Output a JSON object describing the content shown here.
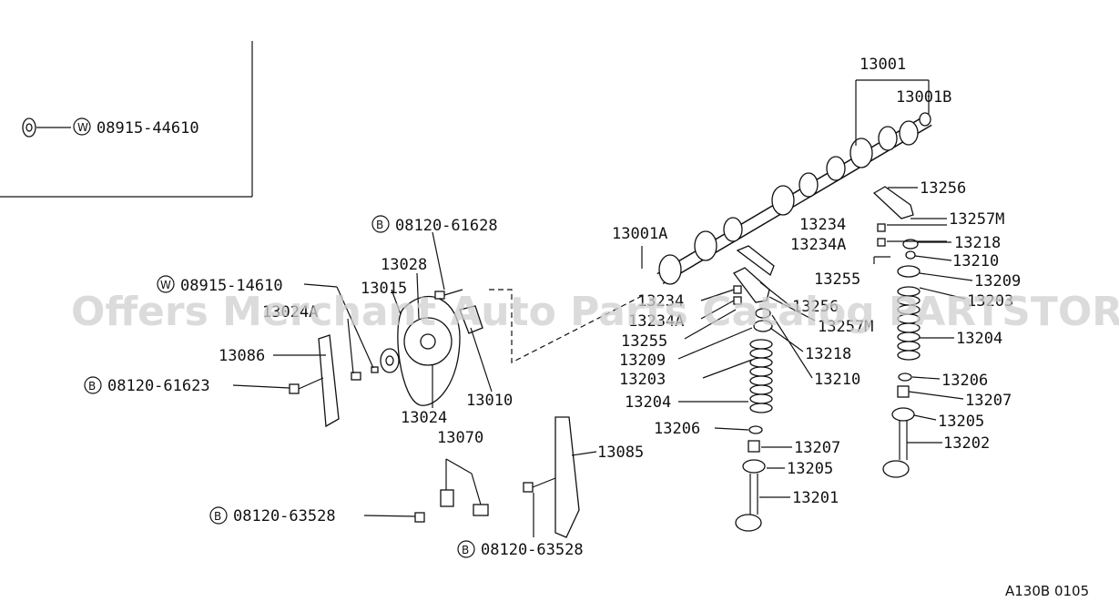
{
  "watermark": "Offers Merchant Auto Parts Catalog PARTSTORE.SA",
  "figure_code": "A130B 0105",
  "inset_label": "08915-44610",
  "labels": {
    "p13001": "13001",
    "p13001B": "13001B",
    "p13256": "13256",
    "p13257M_r": "13257M",
    "p13234_r": "13234",
    "p13234A_r": "13234A",
    "p13218_r": "13218",
    "p13210_r": "13210",
    "p13255_r": "13255",
    "p13209_r": "13209",
    "p13203_r": "13203",
    "p13204_r": "13204",
    "p13206_r": "13206",
    "p13207_r": "13207",
    "p13205_r": "13205",
    "p13202": "13202",
    "p13001A": "13001A",
    "p13234_l": "13234",
    "p13234A_l": "13234A",
    "p13255_l": "13255",
    "p13256_l": "13256",
    "p13257M_l": "13257M",
    "p13209_l": "13209",
    "p13218_l": "13218",
    "p13203_l": "13203",
    "p13210_l": "13210",
    "p13204_l": "13204",
    "p13206_l": "13206",
    "p13207_l": "13207",
    "p13205_l": "13205",
    "p13201": "13201",
    "b08120_61628": "08120-61628",
    "p13028": "13028",
    "w08915_14610": "08915-14610",
    "p13015": "13015",
    "p13024A": "13024A",
    "p13086": "13086",
    "b08120_61623": "08120-61623",
    "p13010": "13010",
    "p13024": "13024",
    "p13070": "13070",
    "p13085": "13085",
    "b08120_63528_a": "08120-63528",
    "b08120_63528_b": "08120-63528"
  },
  "markers": {
    "bolt": "B",
    "washer": "W"
  }
}
